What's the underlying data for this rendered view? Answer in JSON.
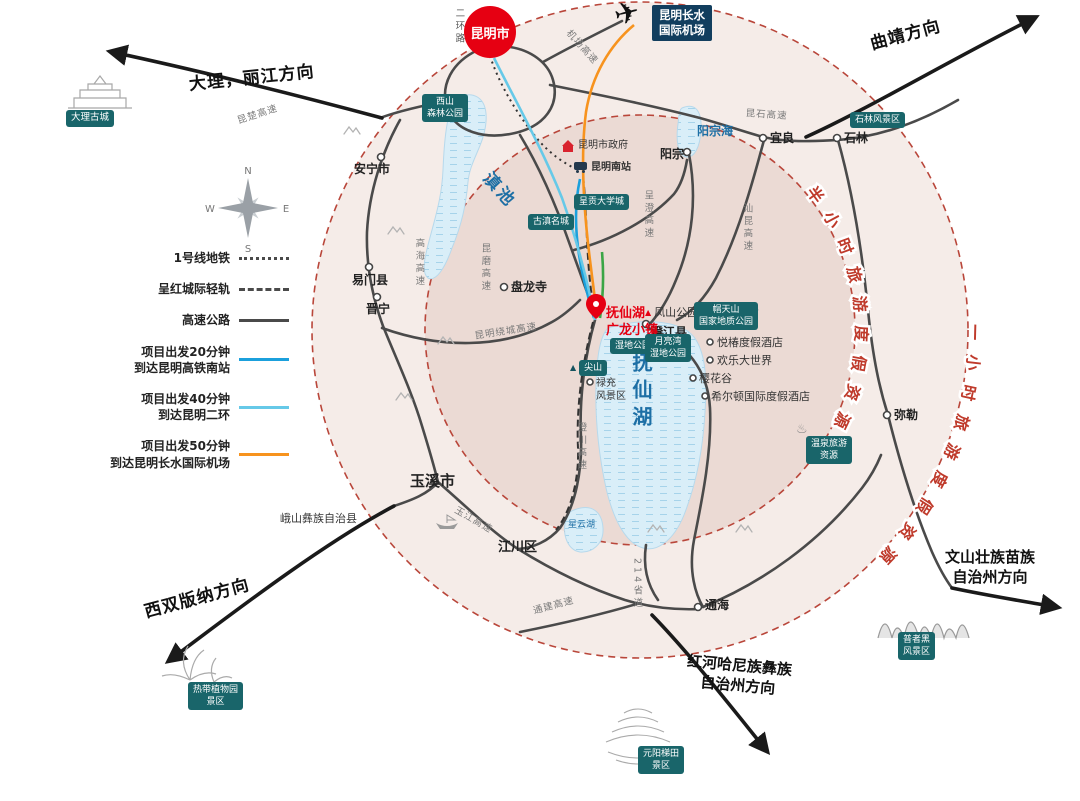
{
  "icons": {
    "plane": "✈",
    "hot_spring": "♨",
    "peak": "▲"
  },
  "colors": {
    "zone_circle": "#b9463a",
    "zone_text": "#bf3a2b",
    "route_20min": "#1ba0dc",
    "route_40min": "#66c9e8",
    "route_50min": "#f7931e",
    "expressway": "#4a4a4a",
    "lake_fill": "#d9eef8",
    "kunming_badge": "#e60012",
    "poi_badge": "#19656a",
    "airport_badge": "#123e5e"
  },
  "badges": {
    "kunming_city": "昆明市",
    "airport": "昆明长水\n国际机场"
  },
  "directions": {
    "dali": "大理，丽江方向",
    "qujing": "曲靖方向",
    "xishuangbanna": "西双版纳方向",
    "wenshan": "文山壮族苗族\n自治州方向",
    "honghe": "红河哈尼族彝族\n自治州方向"
  },
  "legend": {
    "items": [
      {
        "label": "1号线地铁",
        "line_style": "dotted",
        "color": "#4a4a4a"
      },
      {
        "label": "呈红城际轻轨",
        "line_style": "dashed",
        "color": "#4a4a4a"
      },
      {
        "label": "高速公路",
        "line_style": "solid",
        "color": "#4a4a4a"
      },
      {
        "label": "项目出发20分钟\n到达昆明高铁南站",
        "line_style": "solid",
        "color": "#1ba0dc"
      },
      {
        "label": "项目出发40分钟\n到达昆明二环",
        "line_style": "solid",
        "color": "#66c9e8"
      },
      {
        "label": "项目出发50分钟\n到达昆明长水国际机场",
        "line_style": "solid",
        "color": "#f7931e"
      }
    ]
  },
  "zones": {
    "half_hour": "半小时旅游度假资源",
    "one_hour": "一小时旅游度假资源"
  },
  "compass": {
    "n": "N",
    "e": "E",
    "s": "S",
    "w": "W"
  },
  "lakes": {
    "dianchi": "滇池",
    "yangzonghai": "阳宗海",
    "fuxianhu": "抚仙湖",
    "xingyunhu": "星云湖"
  },
  "cities": {
    "anning": "安宁市",
    "yimen": "易门县",
    "jinning": "晋宁",
    "panlongsi": "盘龙寺",
    "yangzong": "阳宗",
    "yiliang": "宜良",
    "shilin": "石林",
    "mile": "弥勒",
    "tonghai": "通海",
    "yuxi": "玉溪市",
    "jiangchuan": "江川区",
    "chengjiang": "澄江县",
    "eshan": "峨山彝族自治县"
  },
  "project": {
    "town": "抚仙湖\n广龙小镇",
    "fengshan_park": "凤山公园",
    "jianshan": "尖山",
    "luchong": "禄充\n风景区"
  },
  "stations": {
    "government": "昆明市政府",
    "south_station": "昆明南站"
  },
  "pois": {
    "dali_oldtown": "大理古城",
    "xishan": "西山\n森林公园",
    "shilin_scenic": "石林风景区",
    "chenggong_univ": "呈贡大学城",
    "gudian": "古滇名城",
    "maotianshan": "帽天山\n国家地质公园",
    "wetland_a": "湿地公园",
    "wetland_b": "月亮湾\n湿地公园",
    "hotspring": "温泉旅游\n资源",
    "angsana": "悦椿度假酒店",
    "happy_world": "欢乐大世界",
    "sakura_valley": "樱花谷",
    "hilton": "希尔顿国际度假酒店",
    "tropical_garden": "热带植物园\n景区",
    "puzhehei": "普者黑\n风景区",
    "yuanyang": "元阳梯田\n景区"
  },
  "roads": {
    "erhuan": "二环路",
    "kunchu": "昆楚高速",
    "jichang": "机场高速",
    "kunshi": "昆石高速",
    "raocheng": "昆明绕城高速",
    "gaohai": "高海高速",
    "kunmo": "昆磨高速",
    "shankun": "汕昆高速",
    "chengcheng": "呈澄高速",
    "chengchuan": "澄川高速",
    "yujiang": "玉江高速",
    "s214": "214省道",
    "tongjian": "通建高速"
  }
}
